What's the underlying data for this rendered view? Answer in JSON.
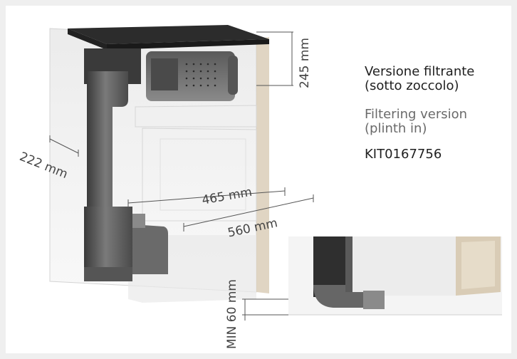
{
  "labels": {
    "version_it_line1": "Versione filtrante",
    "version_it_line2": "(sotto zoccolo)",
    "version_en_line1": "Filtering version",
    "version_en_line2": "(plinth in)",
    "kit_code": "KIT0167756"
  },
  "dimensions": {
    "height": "245 mm",
    "depth": "222 mm",
    "width_inner": "465 mm",
    "width_outer": "560 mm",
    "plinth_min": "MIN 60 mm"
  },
  "colors": {
    "text_primary": "#1f1f1f",
    "text_secondary": "#6a6a6a",
    "metal_dark": "#3a3a3a",
    "metal_mid": "#6e6e6e",
    "wood": "#d8cbb4",
    "cabinet_ghost": "#e4e4e4"
  }
}
